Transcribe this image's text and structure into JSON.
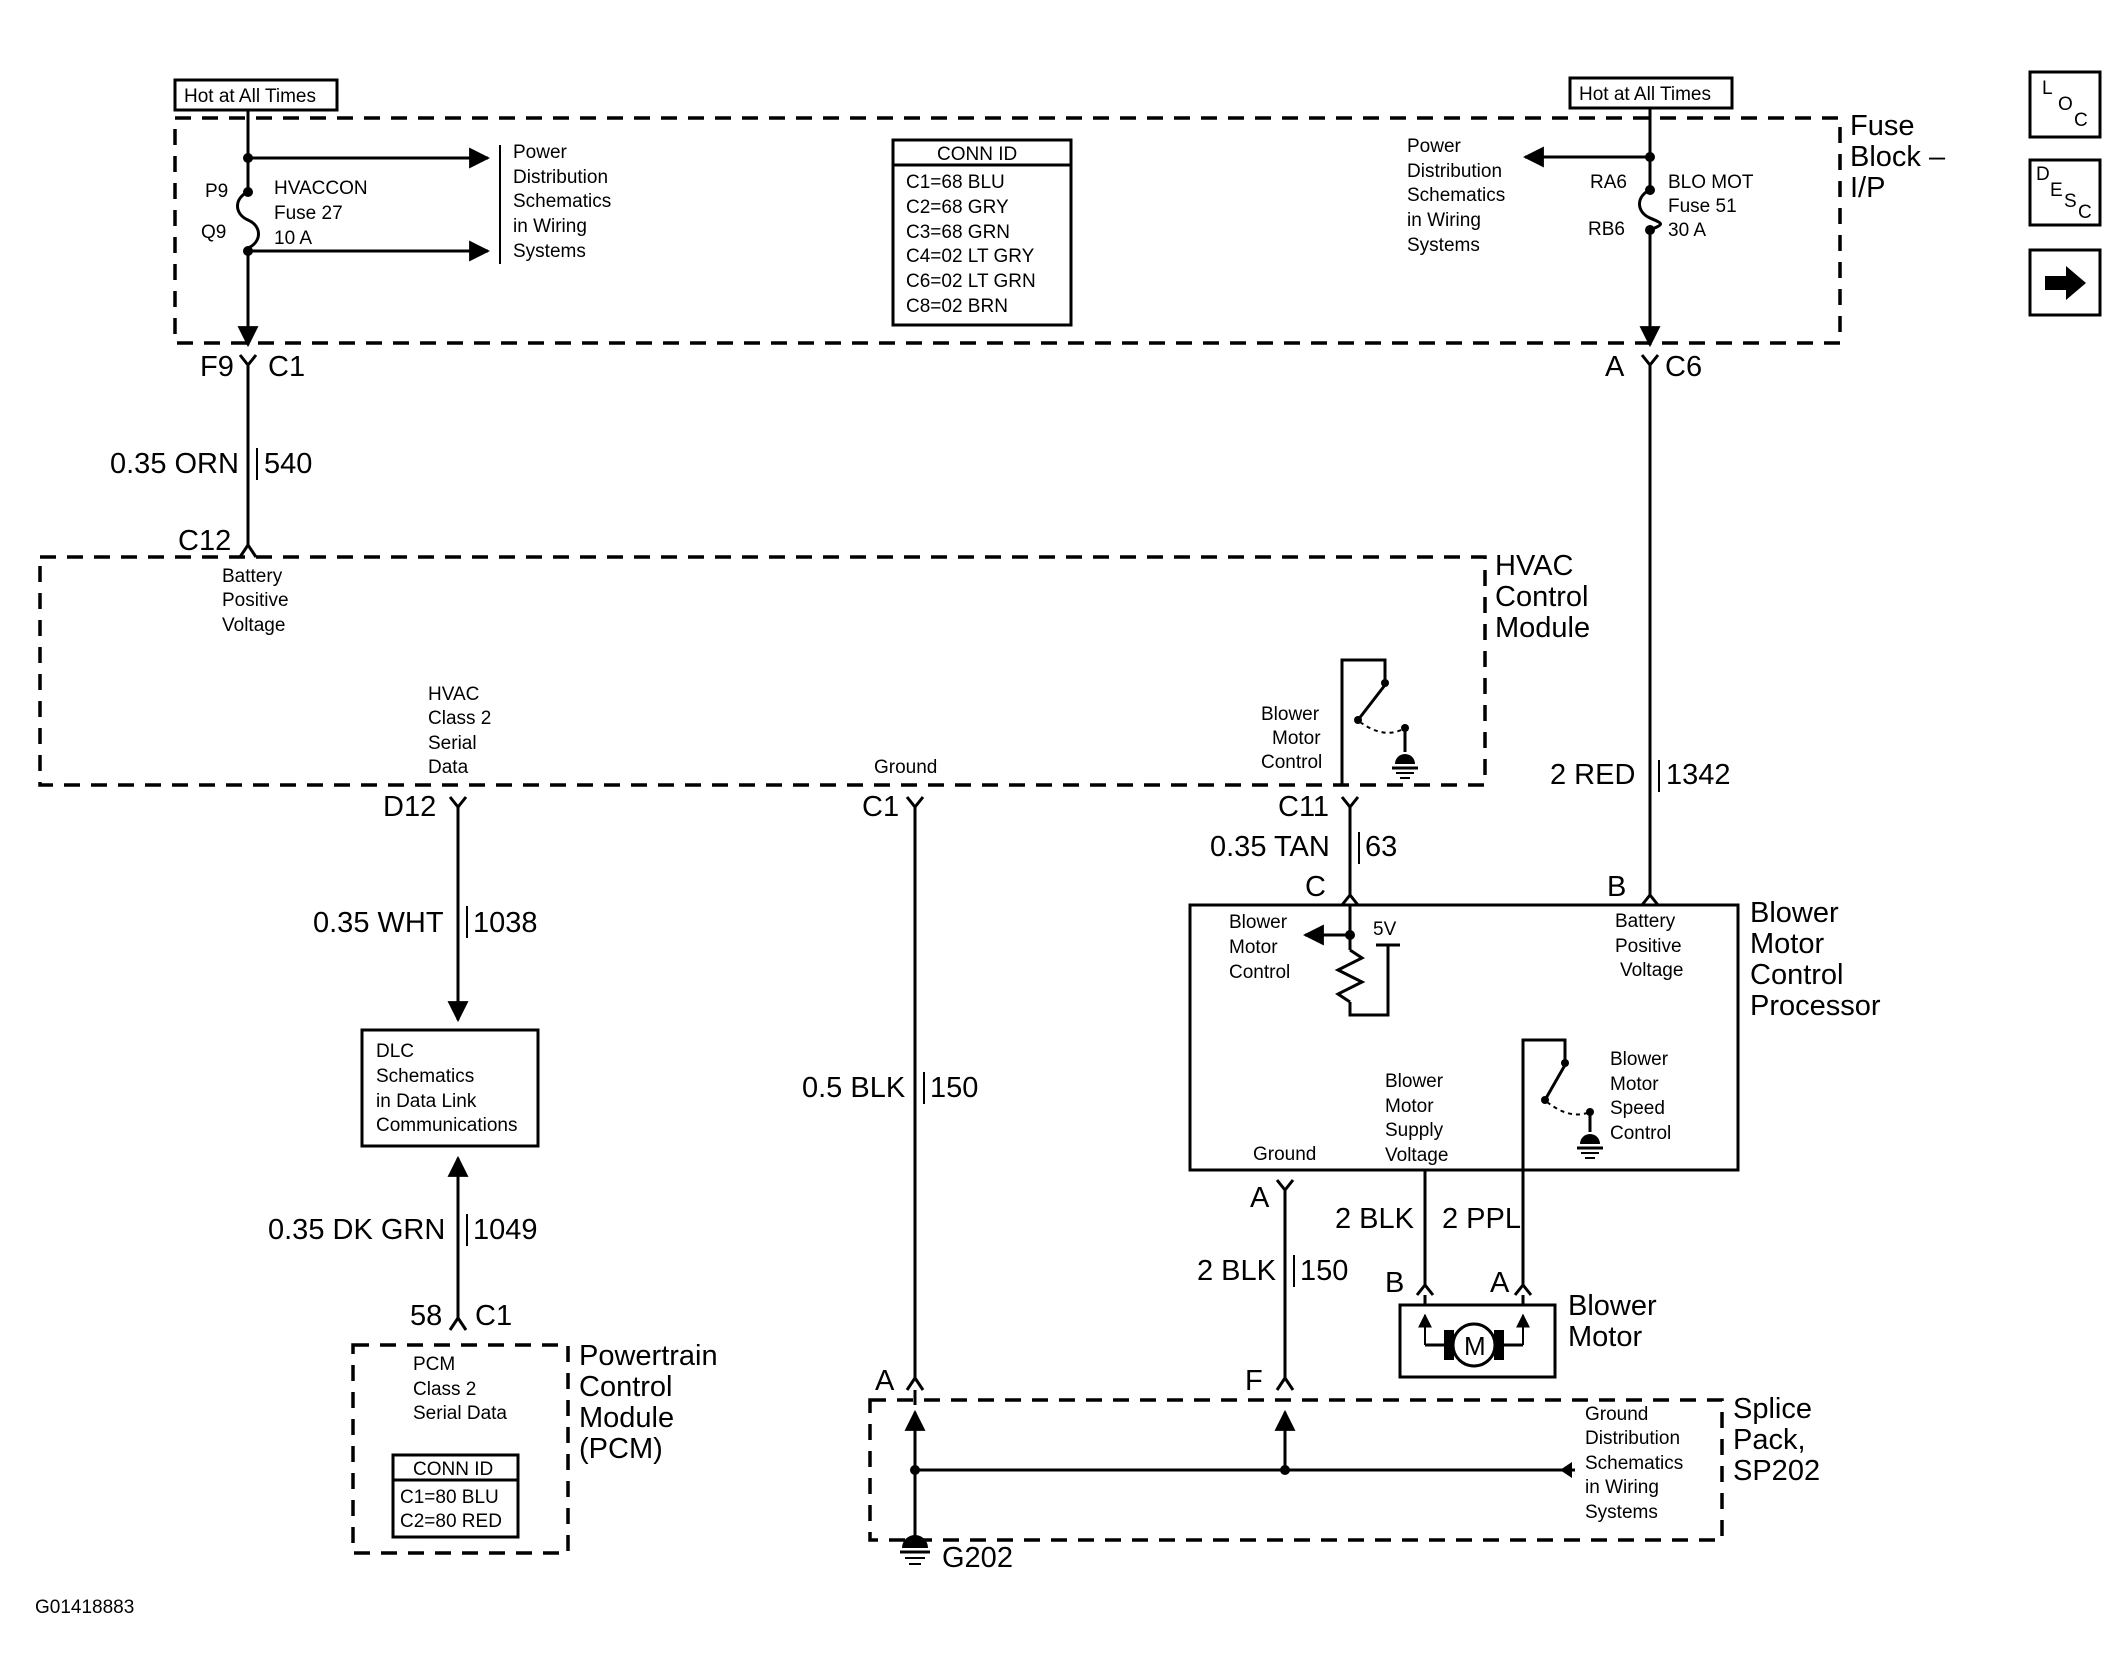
{
  "hot": {
    "left": "Hot at All Times",
    "right": "Hot at All Times"
  },
  "fuse_block": {
    "title": [
      "Fuse",
      "Block –",
      "I/P"
    ]
  },
  "fuse_left": {
    "pin_top": "P9",
    "pin_bottom": "Q9",
    "name": "HVACCON",
    "fuse": "Fuse 27",
    "amps": "10 A"
  },
  "fuse_right": {
    "pin_top": "RA6",
    "pin_bottom": "RB6",
    "name": "BLO MOT",
    "fuse": "Fuse 51",
    "amps": "30 A"
  },
  "pds_left": [
    "Power",
    "Distribution",
    "Schematics",
    "in Wiring",
    "Systems"
  ],
  "pds_right": [
    "Power",
    "Distribution",
    "Schematics",
    "in Wiring",
    "Systems"
  ],
  "conn_id_fuse": {
    "title": "CONN ID",
    "rows": [
      "C1=68 BLU",
      "C2=68 GRY",
      "C3=68 GRN",
      "C4=02 LT GRY",
      "C6=02 LT GRN",
      "C8=02 BRN"
    ]
  },
  "connectors": {
    "f9": "F9",
    "c1_top": "C1",
    "a_top": "A",
    "c6": "C6",
    "c12": "C12",
    "d12": "D12",
    "c1_ground": "C1",
    "c11": "C11",
    "c_bmcp": "C",
    "b_bmcp": "B",
    "a_bmcp": "A",
    "b_motor": "B",
    "a_motor": "A",
    "pcm_58": "58",
    "pcm_c1": "C1",
    "a_splice": "A",
    "f_splice": "F"
  },
  "wires": {
    "w540": {
      "gauge": "0.35 ORN",
      "circuit": "540"
    },
    "w1342": {
      "gauge": "2 RED",
      "circuit": "1342"
    },
    "w1038": {
      "gauge": "0.35 WHT",
      "circuit": "1038"
    },
    "w150a": {
      "gauge": "0.5 BLK",
      "circuit": "150"
    },
    "w63": {
      "gauge": "0.35 TAN",
      "circuit": "63"
    },
    "w1049": {
      "gauge": "0.35 DK GRN",
      "circuit": "1049"
    },
    "w150b": {
      "gauge": "2 BLK",
      "circuit": "150"
    },
    "w_blk": "2 BLK",
    "w_ppl": "2 PPL"
  },
  "hvac": {
    "title": [
      "HVAC",
      "Control",
      "Module"
    ],
    "batt": [
      "Battery",
      "Positive",
      "Voltage"
    ],
    "serial": [
      "HVAC",
      "Class 2",
      "Serial",
      "Data"
    ],
    "ground": "Ground",
    "blower": [
      "Blower",
      "Motor",
      "Control"
    ]
  },
  "bmcp": {
    "title": [
      "Blower",
      "Motor",
      "Control",
      "Processor"
    ],
    "ctrl": [
      "Blower",
      "Motor",
      "Control"
    ],
    "v5": "5V",
    "batt": [
      "Battery",
      "Positive",
      "Voltage"
    ],
    "supply": [
      "Blower",
      "Motor",
      "Supply",
      "Voltage"
    ],
    "speed": [
      "Blower",
      "Motor",
      "Speed",
      "Control"
    ],
    "ground": "Ground"
  },
  "dlc": [
    "DLC",
    "Schematics",
    "in Data Link",
    "Communications"
  ],
  "motor": {
    "title": [
      "Blower",
      "Motor"
    ],
    "symbol": "M"
  },
  "pcm": {
    "title": [
      "Powertrain",
      "Control",
      "Module",
      "(PCM)"
    ],
    "text": [
      "PCM",
      "Class 2",
      "Serial Data"
    ],
    "conn_title": "CONN ID",
    "conn_rows": [
      "C1=80 BLU",
      "C2=80 RED"
    ]
  },
  "splice": {
    "title": [
      "Splice",
      "Pack,",
      "SP202"
    ],
    "gds": [
      "Ground",
      "Distribution",
      "Schematics",
      "in Wiring",
      "Systems"
    ],
    "g202": "G202"
  },
  "figure_id": "G01418883",
  "nav": {
    "loc": {
      "big": "L",
      "mid": "O",
      "low": "C"
    },
    "desc": {
      "big": "D",
      "mid": "E",
      "mid2": "S",
      "low": "C"
    },
    "next_icon": "arrow-right-icon"
  }
}
